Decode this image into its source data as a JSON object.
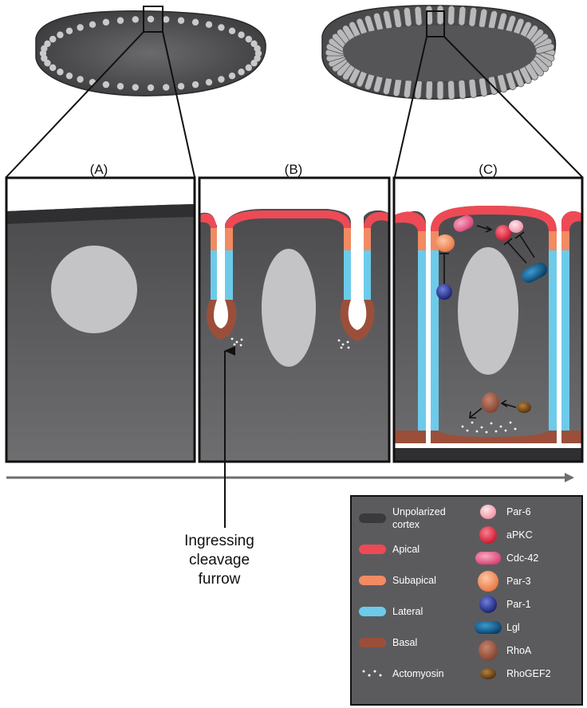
{
  "panels": [
    {
      "label": "(A)"
    },
    {
      "label": "(B)"
    },
    {
      "label": "(C)"
    }
  ],
  "annotation": {
    "lines": [
      "Ingressing",
      "cleavage",
      "furrow"
    ]
  },
  "legend": {
    "left": [
      {
        "label": "Unpolarized\ncortex",
        "color": "#3a3a3c",
        "icon": "bar"
      },
      {
        "label": "Apical",
        "color": "#ee4a55",
        "icon": "bar"
      },
      {
        "label": "Subapical",
        "color": "#f28a62",
        "icon": "bar"
      },
      {
        "label": "Lateral",
        "color": "#6ccbea",
        "icon": "bar"
      },
      {
        "label": "Basal",
        "color": "#9b4f3a",
        "icon": "bar"
      },
      {
        "label": "Actomyosin",
        "color": "#ffffff",
        "icon": "dots"
      }
    ],
    "right": [
      {
        "label": "Par-6",
        "color": "#f6b3bd",
        "icon": "pill-small"
      },
      {
        "label": "aPKC",
        "color": "#e8283f",
        "icon": "circle"
      },
      {
        "label": "Cdc-42",
        "color": "#ec6f92",
        "icon": "pill"
      },
      {
        "label": "Par-3",
        "color": "#f5935f",
        "icon": "circle-large"
      },
      {
        "label": "Par-1",
        "color": "#27338f",
        "icon": "circle"
      },
      {
        "label": "Lgl",
        "color": "#0e5a8a",
        "icon": "pill-dark"
      },
      {
        "label": "RhoA",
        "color": "#9b5944",
        "icon": "blob"
      },
      {
        "label": "RhoGEF2",
        "color": "#6e4518",
        "icon": "ellipse-small"
      }
    ]
  }
}
